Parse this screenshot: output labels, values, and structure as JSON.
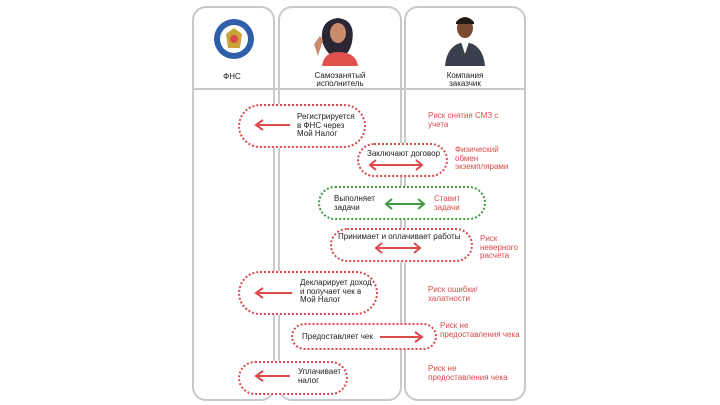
{
  "lanes": {
    "fns": "ФНС",
    "self": "Самозанятый исполнитель",
    "company": "Компания заказчик"
  },
  "steps": [
    {
      "text": "Регистрируется в ФНС через Мой Налог",
      "risk": "Риск снятия СМЗ с учета"
    },
    {
      "text": "Заключают договор",
      "risk": "Физический обмен экземплярами"
    },
    {
      "text": "Выполняет задачи",
      "counter": "Ставит задачи"
    },
    {
      "text": "Принимает и оплачивает работы",
      "risk": "Риск неверного расчета"
    },
    {
      "text": "Декларирует доход и получает чек в Мой Налог",
      "risk": "Риск ошибки/ халатности"
    },
    {
      "text": "Предоставляет чек",
      "risk": "Риск не предоставления чека"
    },
    {
      "text": "Уплачивает налог",
      "risk": "Риск не предоставления чека"
    }
  ],
  "colors": {
    "risk": "#d94b4b",
    "ok": "#3f9b43",
    "lane_border": "#c9c9c9"
  },
  "icons": [
    "fns-emblem-icon",
    "woman-avatar-icon",
    "businessman-avatar-icon"
  ]
}
